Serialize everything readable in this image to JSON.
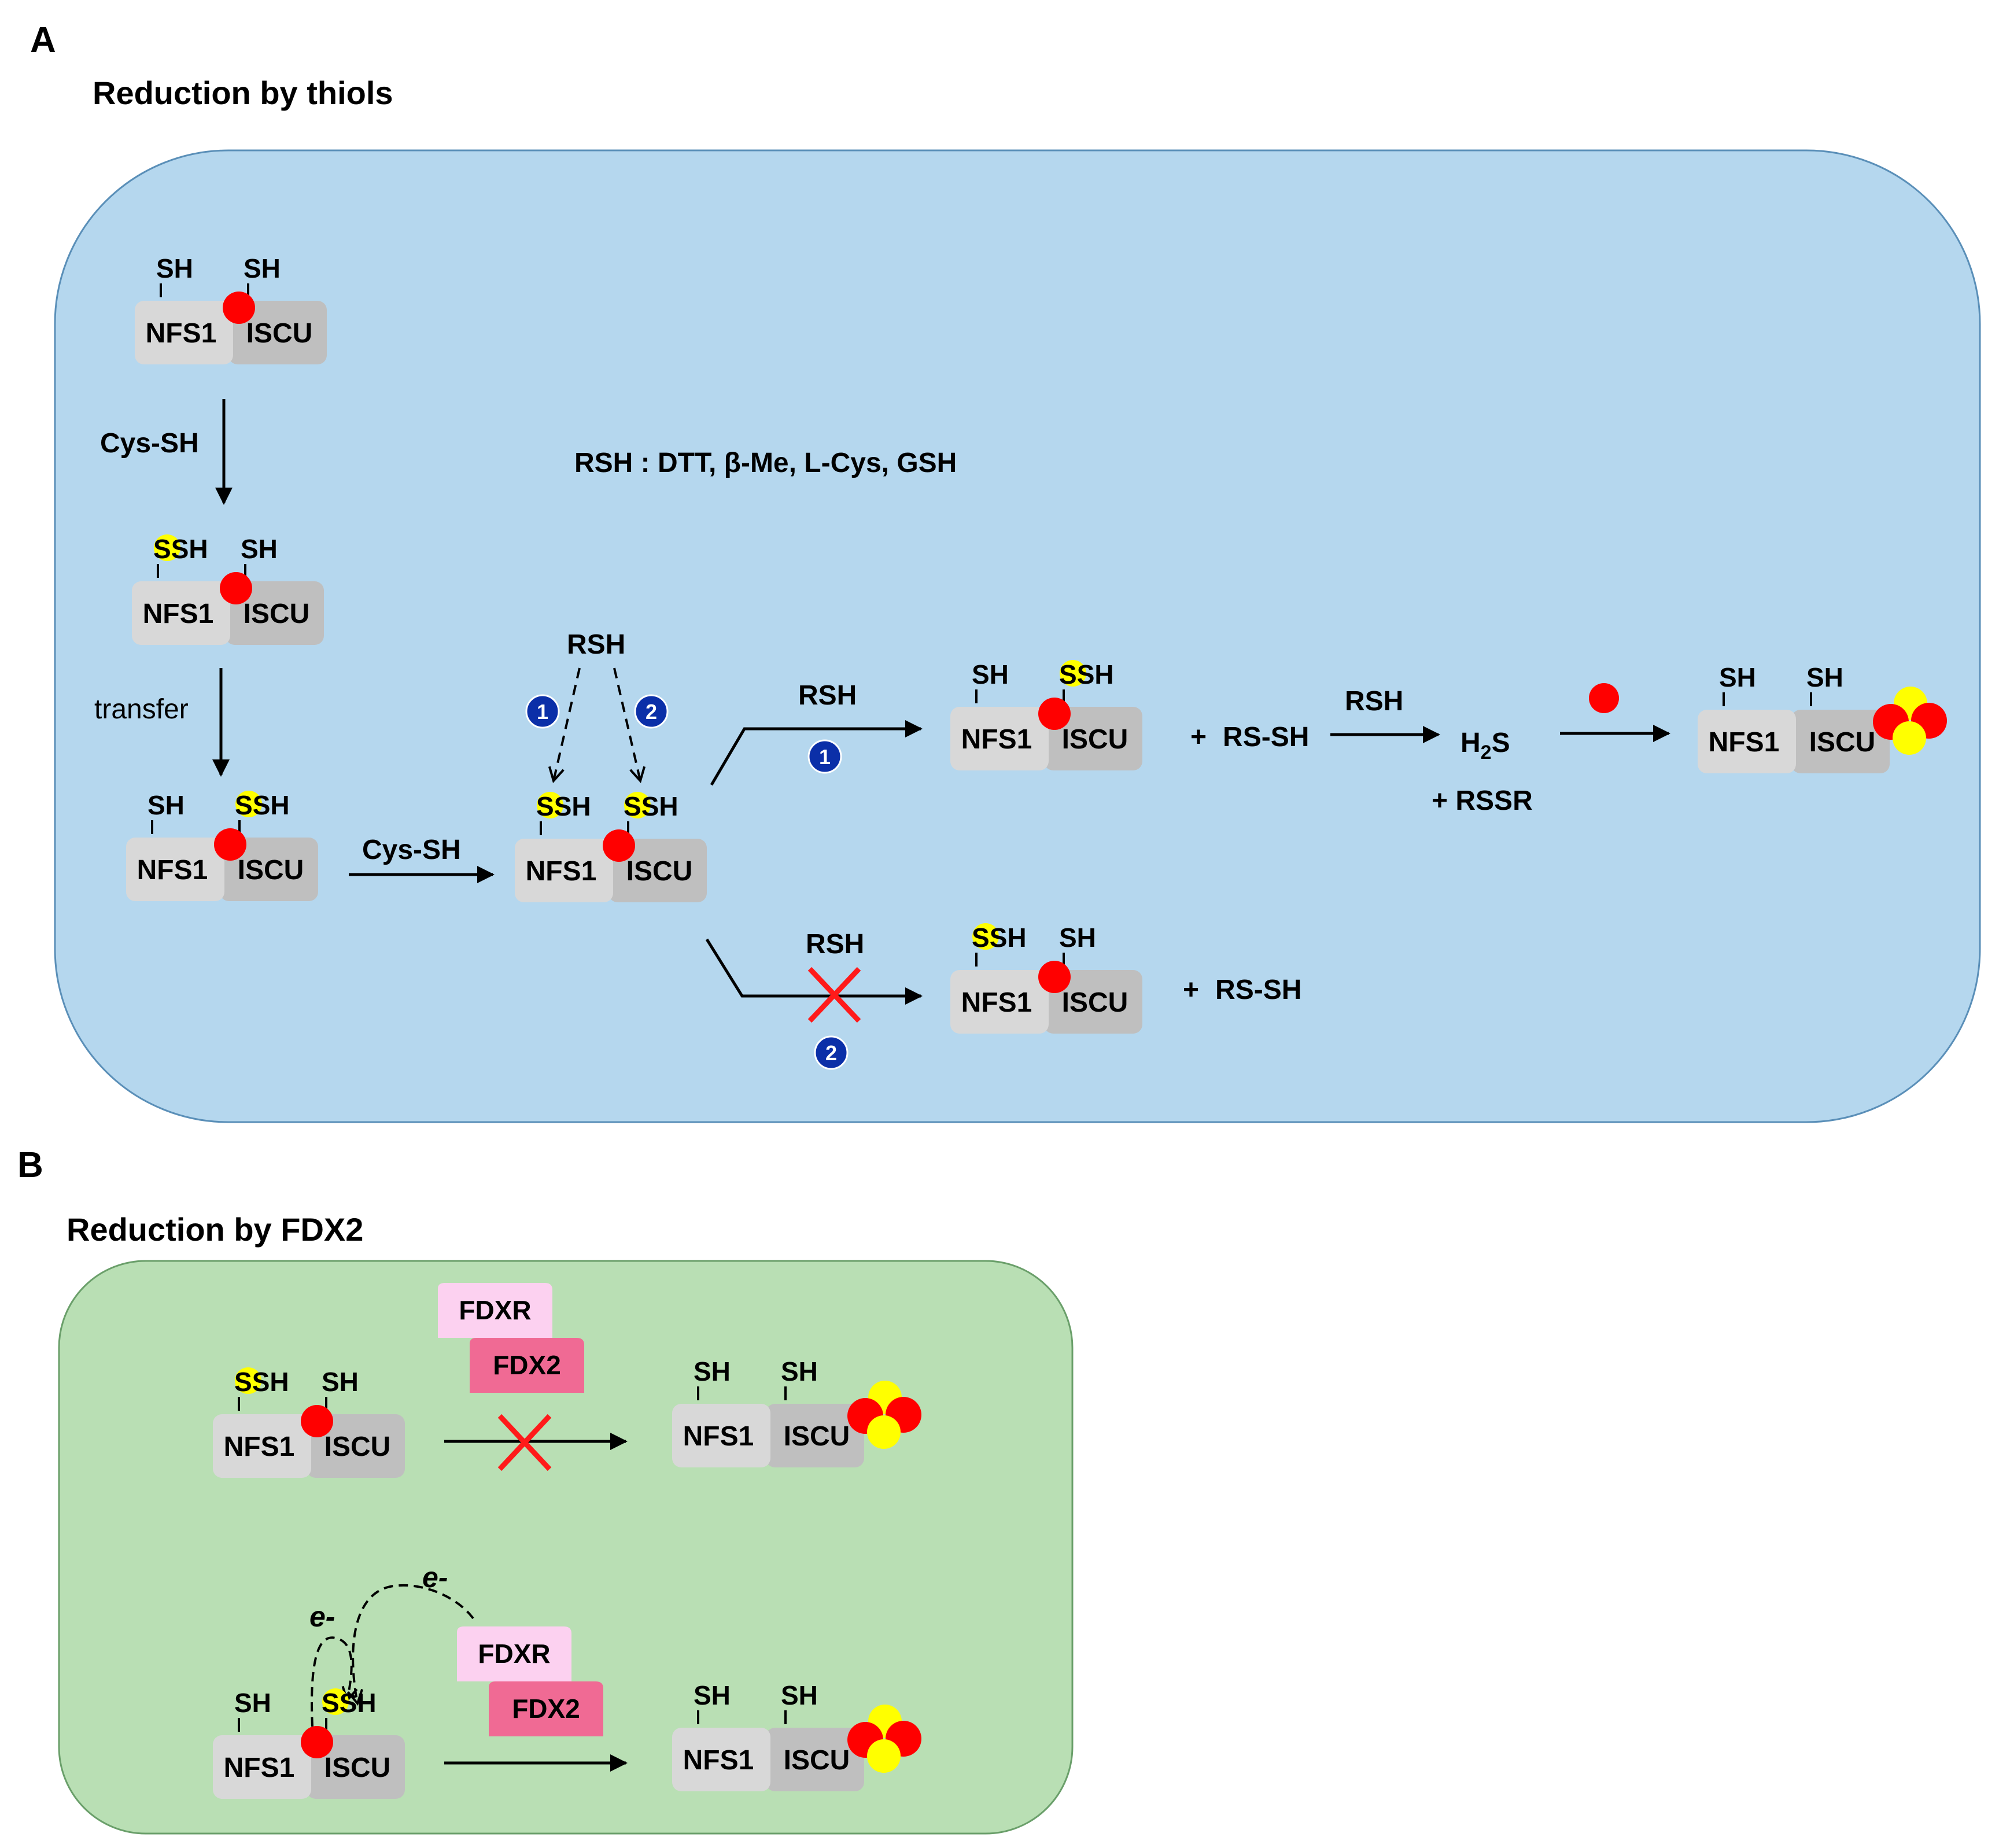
{
  "panels": {
    "a": {
      "letter": "A",
      "title": "Reduction by thiols"
    },
    "b": {
      "letter": "B",
      "title": "Reduction by FDX2"
    }
  },
  "proteins": {
    "nfs1": "NFS1",
    "iscu": "ISCU",
    "fdxr": "FDXR",
    "fdx2": "FDX2"
  },
  "groups": {
    "sh": "SH",
    "ssh_s": "S",
    "ssh_h": "SH"
  },
  "labels": {
    "rsh": "RSH",
    "rsh_legend": "RSH : DTT, β-Me, L-Cys, GSH",
    "cys": "Cys-",
    "cys_sh": "SH",
    "transfer": "transfer",
    "plus": "+",
    "rs": "RS-",
    "rs_sh": "SH",
    "h2s_h": "H",
    "h2s_2": "2",
    "h2s_s": "S",
    "rssr": "+ RSSR",
    "e_minus": "e-",
    "path_1": "1",
    "path_2": "2"
  },
  "colors": {
    "panel_a_bg": "#b5d7ee",
    "panel_b_bg": "#b9dfb4",
    "nfs1": "#d8d8d8",
    "iscu": "#bfbfbf",
    "red": "#ff0000",
    "yellow": "#ffff00",
    "blue_badge": "#0b2fa8",
    "fdxr": "#fcd1f0",
    "fdx2": "#f06a94"
  }
}
